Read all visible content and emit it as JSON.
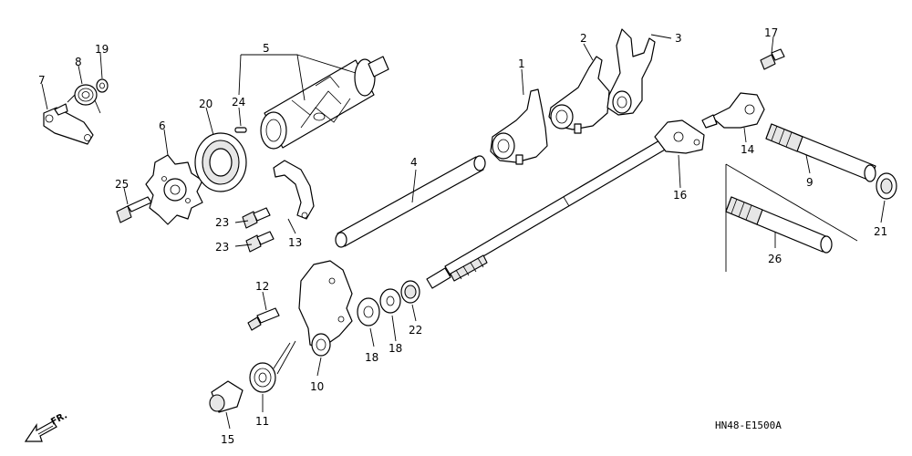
{
  "diagram": {
    "code": "HN48-E1500A",
    "front_marker": "FR.",
    "callouts": {
      "p1": "1",
      "p2": "2",
      "p3": "3",
      "p4": "4",
      "p5": "5",
      "p6": "6",
      "p7": "7",
      "p8": "8",
      "p9": "9",
      "p10": "10",
      "p11": "11",
      "p12": "12",
      "p13": "13",
      "p14": "14",
      "p15": "15",
      "p16": "16",
      "p17": "17",
      "p18a": "18",
      "p18b": "18",
      "p19": "19",
      "p20": "20",
      "p21": "21",
      "p22": "22",
      "p23a": "23",
      "p23b": "23",
      "p24": "24",
      "p25": "25",
      "p26": "26"
    }
  }
}
